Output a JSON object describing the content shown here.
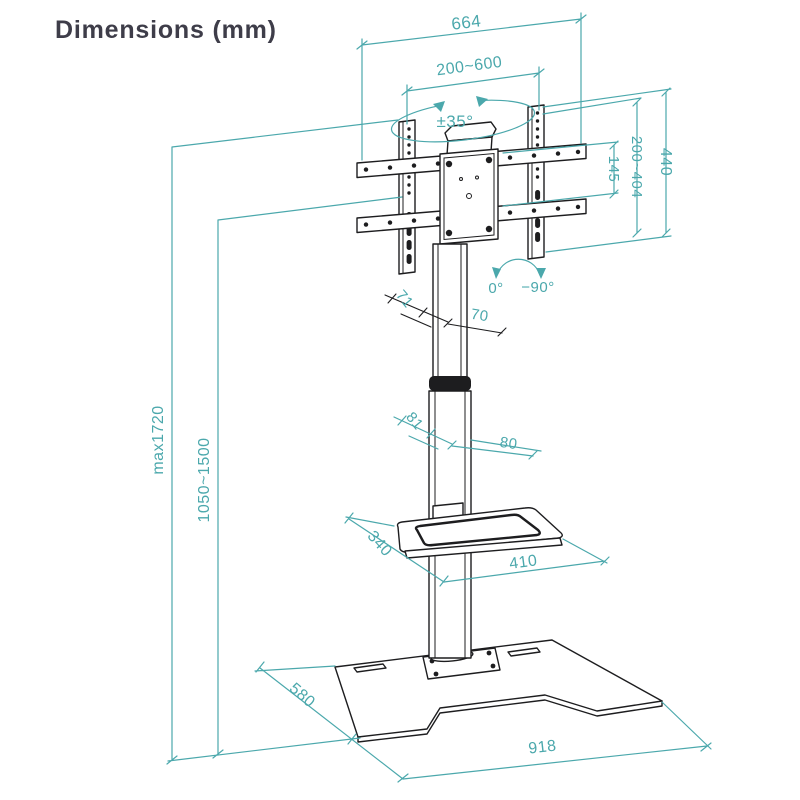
{
  "title": "Dimensions (mm)",
  "colors": {
    "accent": "#4ba8ac",
    "line": "#1d1d1f",
    "title_text": "#3e3d49"
  },
  "dimensions": {
    "total_width": "664",
    "vesa_width_range": "200~600",
    "swivel_angle": "±35°",
    "bracket_height": "440",
    "vesa_height_range": "200~404",
    "plate_height": "145",
    "tilt_start": "0°",
    "tilt_end": "−90°",
    "upper_pole_depth": "71",
    "upper_pole_width": "70",
    "lower_pole_depth": "81",
    "lower_pole_width": "80",
    "shelf_depth": "340",
    "shelf_width": "410",
    "max_height": "max1720",
    "height_range": "1050~1500",
    "base_depth": "580",
    "base_width": "918"
  }
}
